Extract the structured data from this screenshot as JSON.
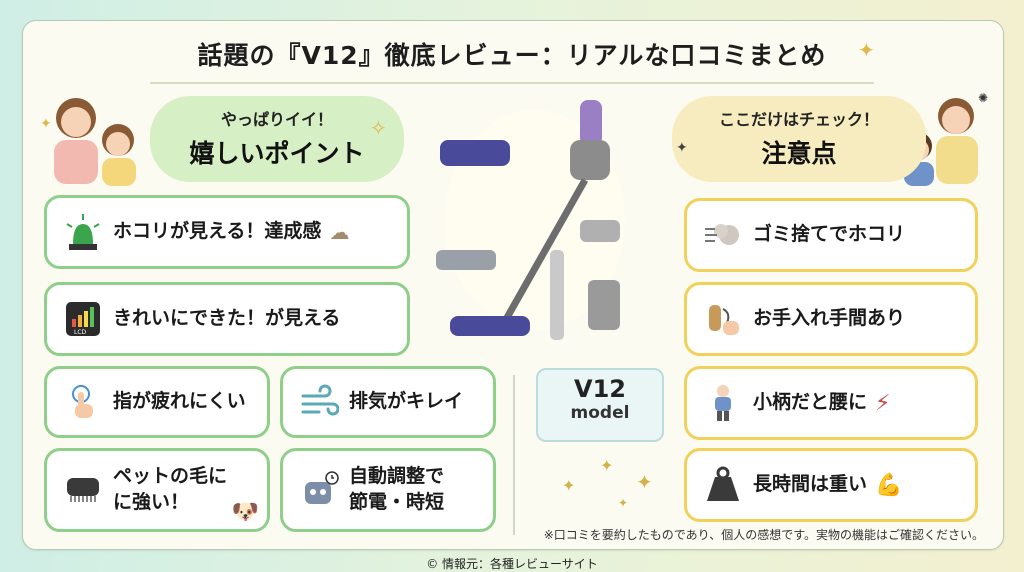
{
  "title": "話題の『V12』徹底レビュー：リアルな口コミまとめ",
  "left": {
    "sub": "やっぱりイイ！",
    "heading": "嬉しいポイント",
    "items": [
      {
        "label": "ホコリが見える！達成感",
        "icon": "green-light-icon"
      },
      {
        "label": "きれいにできた！が見える",
        "icon": "lcd-screen-icon"
      },
      {
        "label": "指が疲れにくい",
        "icon": "finger-tap-icon"
      },
      {
        "label": "排気がキレイ",
        "icon": "wind-icon"
      },
      {
        "label": "ペットの毛に\nに強い！",
        "icon": "pet-brush-icon"
      },
      {
        "label": "自動調整で\n節電・時短",
        "icon": "robot-clock-icon"
      }
    ]
  },
  "right": {
    "sub": "ここだけはチェック！",
    "heading": "注意点",
    "items": [
      {
        "label": "ゴミ捨てでホコリ",
        "icon": "dust-cloud-icon"
      },
      {
        "label": "お手入れ手間あり",
        "icon": "brush-hand-icon"
      },
      {
        "label": "小柄だと腰に",
        "icon": "back-pain-icon"
      },
      {
        "label": "長時間は重い",
        "icon": "weight-icon"
      }
    ]
  },
  "model": {
    "name": "V12",
    "sub": "model"
  },
  "note": "※口コミを要約したものであり、個人の感想です。実物の機能はご確認ください。",
  "credit": "© 情報元：各種レビューサイト",
  "colors": {
    "green_border": "#8fcf8a",
    "yellow_border": "#f1d15b",
    "green_pill": "#d7efc4",
    "yellow_pill": "#f6ecbf"
  }
}
